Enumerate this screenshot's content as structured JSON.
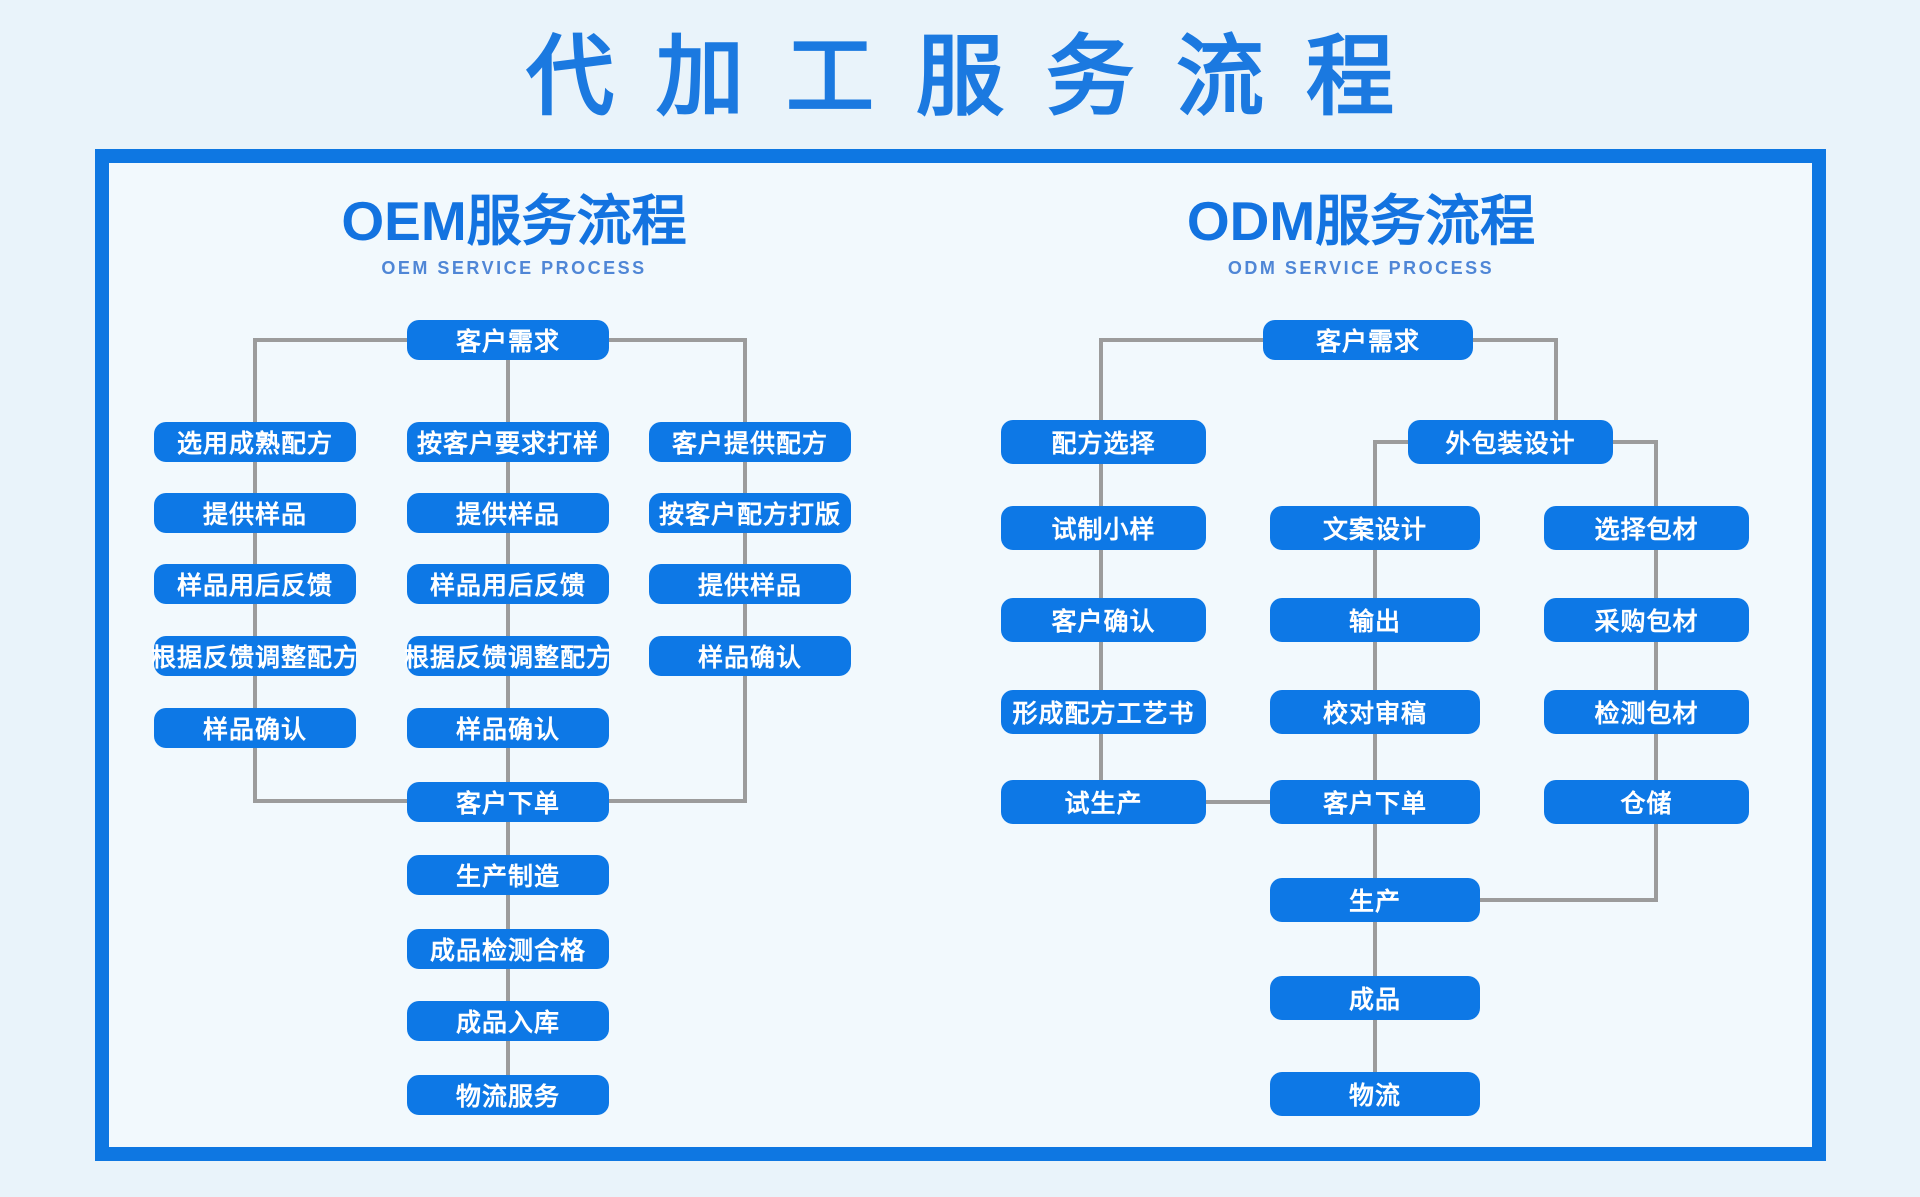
{
  "page_title": "代加工服务流程",
  "colors": {
    "primary_blue": "#0d78e6",
    "frame_blue": "#0e77e2",
    "title_blue": "#1b79e0",
    "subtitle_blue": "#4f86d6",
    "connector_gray": "#9c9c9c",
    "page_bg": "#e9f3fa",
    "panel_bg": "#f2f9fd"
  },
  "oem": {
    "title": "OEM服务流程",
    "subtitle": "OEM SERVICE PROCESS",
    "nodes": {
      "customer_need": "客户需求",
      "left": [
        "选用成熟配方",
        "提供样品",
        "样品用后反馈",
        "根据反馈调整配方",
        "样品确认"
      ],
      "middle": [
        "按客户要求打样",
        "提供样品",
        "样品用后反馈",
        "根据反馈调整配方",
        "样品确认"
      ],
      "right": [
        "客户提供配方",
        "按客户配方打版",
        "提供样品",
        "样品确认"
      ],
      "tail": [
        "客户下单",
        "生产制造",
        "成品检测合格",
        "成品入库",
        "物流服务"
      ]
    }
  },
  "odm": {
    "title": "ODM服务流程",
    "subtitle": "ODM SERVICE PROCESS",
    "nodes": {
      "customer_need": "客户需求",
      "formula_select": "配方选择",
      "packaging_design": "外包装设计",
      "left": [
        "试制小样",
        "客户确认",
        "形成配方工艺书",
        "试生产"
      ],
      "middle": [
        "文案设计",
        "输出",
        "校对审稿",
        "客户下单",
        "生产",
        "成品",
        "物流"
      ],
      "right": [
        "选择包材",
        "采购包材",
        "检测包材",
        "仓储"
      ]
    }
  }
}
